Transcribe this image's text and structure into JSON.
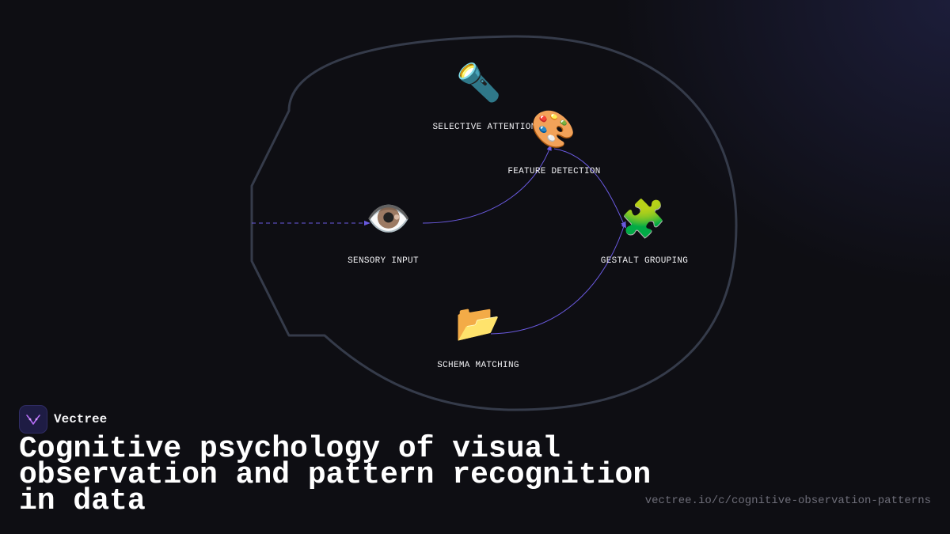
{
  "diagram": {
    "nodes": [
      {
        "id": "selective_attention",
        "label": "SELECTIVE ATTENTION",
        "icon": "flashlight-icon",
        "glyph": "🔦"
      },
      {
        "id": "feature_detection",
        "label": "FEATURE DETECTION",
        "icon": "palette-icon",
        "glyph": "🎨"
      },
      {
        "id": "sensory_input",
        "label": "SENSORY INPUT",
        "icon": "eye-icon",
        "glyph": "👁️"
      },
      {
        "id": "gestalt_grouping",
        "label": "GESTALT GROUPING",
        "icon": "puzzle-piece-icon",
        "glyph": "🧩"
      },
      {
        "id": "schema_matching",
        "label": "SCHEMA MATCHING",
        "icon": "open-folder-icon",
        "glyph": "📂"
      }
    ],
    "edges": [
      {
        "from": "external",
        "to": "sensory_input",
        "style": "dashed"
      },
      {
        "from": "sensory_input",
        "to": "feature_detection",
        "style": "solid"
      },
      {
        "from": "feature_detection",
        "to": "gestalt_grouping",
        "style": "solid"
      },
      {
        "from": "schema_matching",
        "to": "gestalt_grouping",
        "style": "solid"
      }
    ],
    "colors": {
      "outline": "#353b4a",
      "edge": "#6a5ae0",
      "background": "#0e0e13"
    }
  },
  "brand": {
    "name": "Vectree",
    "logo_icon": "vectree-logo-icon"
  },
  "title": "Cognitive psychology of visual observation and pattern recognition in data",
  "url": "vectree.io/c/cognitive-observation-patterns"
}
